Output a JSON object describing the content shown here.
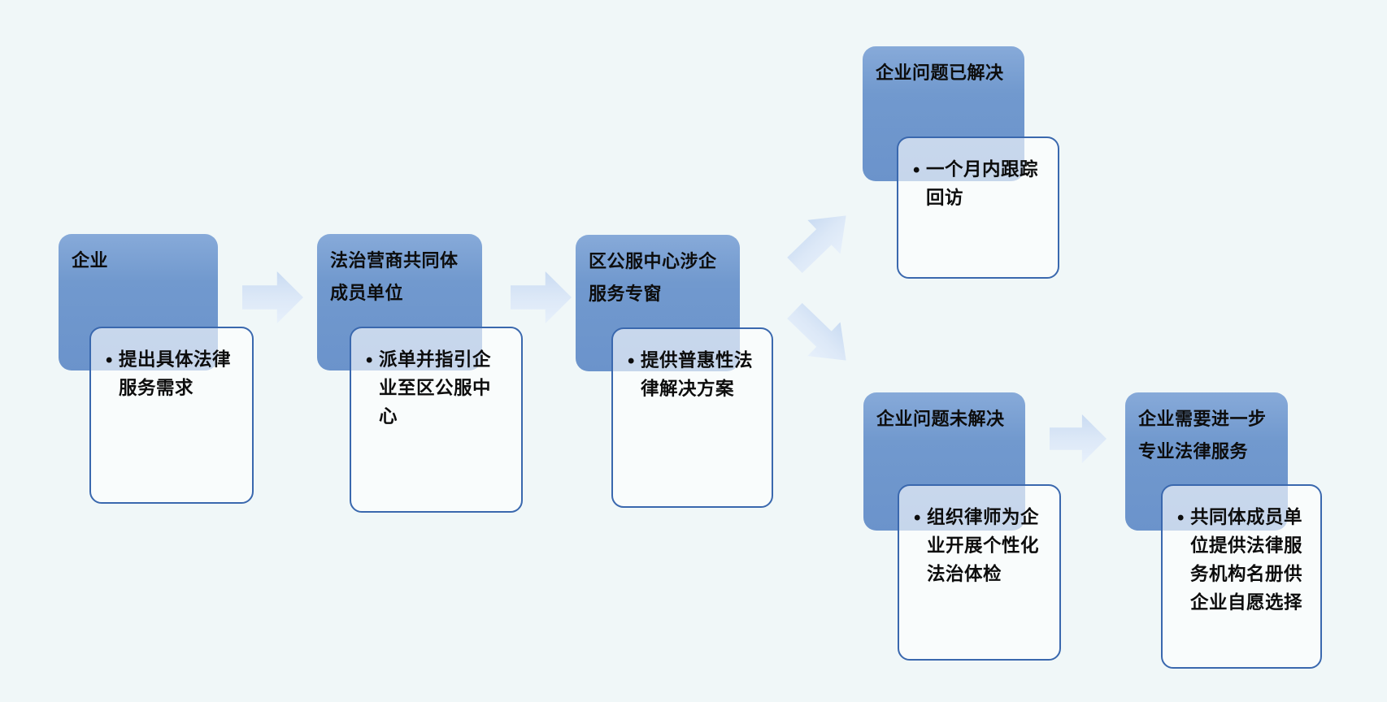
{
  "diagram": {
    "type": "flowchart",
    "description": "Enterprise legal service process flow (SmartArt style)",
    "colors": {
      "background": "#f0f7f8",
      "header_fill": "#6f96cd",
      "header_fill_top": "#87aad9",
      "body_fill": "rgba(255,255,255,0.62)",
      "body_border": "#3a68ae",
      "arrow_fill": "#d7e5f5",
      "text": "#0d0d0d"
    },
    "bullet_char": "•",
    "nodes": [
      {
        "id": "enterprise",
        "title": "企业",
        "bullet": "提出具体法律服务需求"
      },
      {
        "id": "community-member-unit",
        "title": "法治营商共同体成员单位",
        "bullet": "派单并指引企业至区公服中心"
      },
      {
        "id": "district-service-window",
        "title": "区公服中心涉企服务专窗",
        "bullet": "提供普惠性法律解决方案"
      },
      {
        "id": "problem-solved",
        "title": "企业问题已解决",
        "bullet": "一个月内跟踪回访"
      },
      {
        "id": "problem-unsolved",
        "title": "企业问题未解决",
        "bullet": "组织律师为企业开展个性化法治体检"
      },
      {
        "id": "further-legal-service",
        "title": "企业需要进一步专业法律服务",
        "bullet": "共同体成员单位提供法律服务机构名册供企业自愿选择"
      }
    ],
    "arrows": [
      {
        "from": "enterprise",
        "to": "community-member-unit",
        "direction": "right"
      },
      {
        "from": "community-member-unit",
        "to": "district-service-window",
        "direction": "right"
      },
      {
        "from": "district-service-window",
        "to": "problem-solved",
        "direction": "up-right"
      },
      {
        "from": "district-service-window",
        "to": "problem-unsolved",
        "direction": "down-right"
      },
      {
        "from": "problem-unsolved",
        "to": "further-legal-service",
        "direction": "right"
      }
    ]
  }
}
